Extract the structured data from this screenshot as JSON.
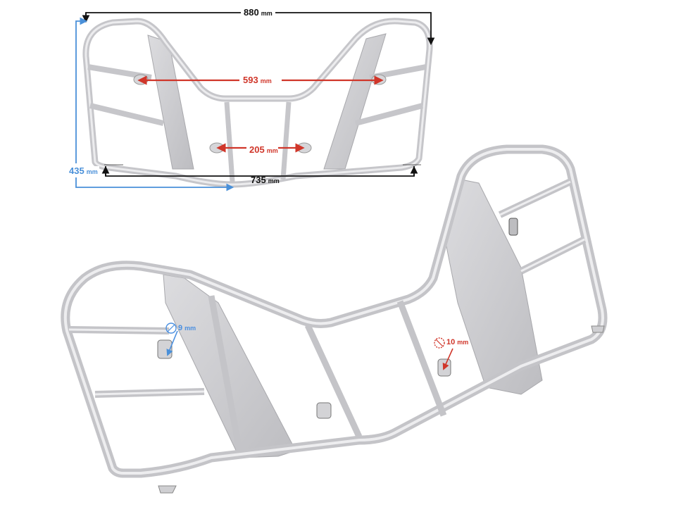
{
  "figure": {
    "subject": "ATV rear cargo rack",
    "colors": {
      "tube": "#c9c9cc",
      "tube_edge": "#9a9a9e",
      "plate": "#cfcfd2",
      "dim_black": "#111111",
      "dim_red": "#d0362a",
      "dim_blue": "#4a90d9"
    }
  },
  "top_view": {
    "dimensions": {
      "overall_width": {
        "value": "880",
        "unit": "mm"
      },
      "mount_spacing_outer": {
        "value": "593",
        "unit": "mm"
      },
      "mount_spacing_inner": {
        "value": "205",
        "unit": "mm"
      },
      "base_width": {
        "value": "735",
        "unit": "mm"
      },
      "depth": {
        "value": "435",
        "unit": "mm"
      }
    }
  },
  "perspective_view": {
    "callouts": {
      "left_hole": {
        "value": "9",
        "unit": "mm",
        "icon": "diameter-icon"
      },
      "right_hole": {
        "value": "10",
        "unit": "mm",
        "icon": "diameter-icon"
      }
    }
  }
}
